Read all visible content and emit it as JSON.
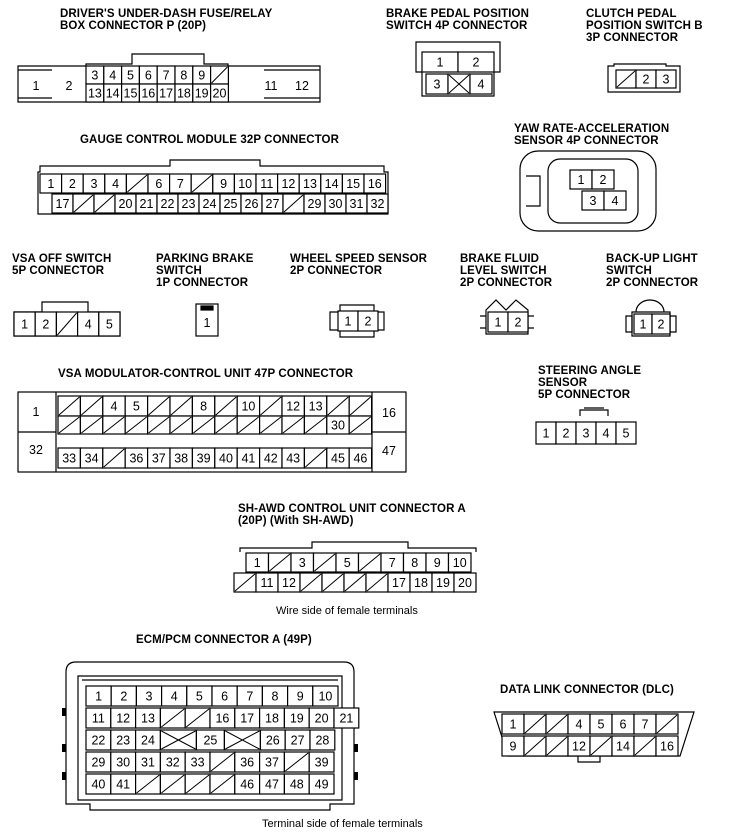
{
  "connectors": {
    "fuse_box": {
      "title": "DRIVER'S UNDER-DASH FUSE/RELAY\nBOX CONNECTOR P (20P)",
      "left_pins": [
        "1",
        "2"
      ],
      "top_row": [
        "3",
        "4",
        "5",
        "6",
        "7",
        "8",
        "9",
        ""
      ],
      "bottom_row": [
        "13",
        "14",
        "15",
        "16",
        "17",
        "18",
        "19",
        "20"
      ],
      "right_pins": [
        "11",
        "12"
      ]
    },
    "brake_pedal": {
      "title": "BRAKE PEDAL POSITION\nSWITCH 4P CONNECTOR",
      "top_row": [
        "1",
        "2"
      ],
      "bottom_row": [
        "3",
        "",
        "4"
      ]
    },
    "clutch_pedal": {
      "title": "CLUTCH PEDAL\nPOSITION SWITCH B\n3P CONNECTOR",
      "row": [
        "",
        "2",
        "3"
      ]
    },
    "gauge": {
      "title": "GAUGE CONTROL MODULE 32P CONNECTOR",
      "top_row": [
        "1",
        "2",
        "3",
        "4",
        "",
        "6",
        "7",
        "",
        "9",
        "10",
        "11",
        "12",
        "13",
        "14",
        "15",
        "16"
      ],
      "bottom_row": [
        "17",
        "",
        "",
        "20",
        "21",
        "22",
        "23",
        "24",
        "25",
        "26",
        "27",
        "",
        "29",
        "30",
        "31",
        "32"
      ]
    },
    "yaw": {
      "title": "YAW RATE-ACCELERATION\nSENSOR 4P CONNECTOR",
      "top_row": [
        "1",
        "2"
      ],
      "bottom_row": [
        "3",
        "4"
      ]
    },
    "vsa_off": {
      "title": "VSA OFF SWITCH\n5P CONNECTOR",
      "row": [
        "1",
        "2",
        "",
        "4",
        "5"
      ]
    },
    "parking": {
      "title": "PARKING BRAKE\nSWITCH\n1P CONNECTOR",
      "row": [
        "1"
      ]
    },
    "wheel": {
      "title": "WHEEL SPEED SENSOR\n2P CONNECTOR",
      "row": [
        "1",
        "2"
      ]
    },
    "brake_fluid": {
      "title": "BRAKE FLUID\nLEVEL SWITCH\n2P CONNECTOR",
      "row": [
        "1",
        "2"
      ]
    },
    "backup": {
      "title": "BACK-UP LIGHT\nSWITCH\n2P CONNECTOR",
      "row": [
        "1",
        "2"
      ]
    },
    "vsa_mod": {
      "title": "VSA MODULATOR-CONTROL UNIT 47P CONNECTOR",
      "corner_pins": [
        "1",
        "16",
        "32",
        "47"
      ],
      "row1": [
        "",
        "",
        "4",
        "5",
        "",
        "",
        "8",
        "",
        "10",
        "",
        "12",
        "13",
        "",
        ""
      ],
      "row2": [
        "",
        "",
        "",
        "",
        "",
        "",
        "",
        "",
        "",
        "",
        "",
        "",
        "30",
        ""
      ],
      "row3": [
        "33",
        "34",
        "",
        "36",
        "37",
        "38",
        "39",
        "40",
        "41",
        "42",
        "43",
        "",
        "45",
        "46"
      ]
    },
    "steering": {
      "title": "STEERING ANGLE\nSENSOR\n5P CONNECTOR",
      "row": [
        "1",
        "2",
        "3",
        "4",
        "5"
      ]
    },
    "sh_awd": {
      "title": "SH-AWD CONTROL UNIT CONNECTOR A\n(20P) (With SH-AWD)",
      "top_row": [
        "1",
        "",
        "3",
        "",
        "5",
        "",
        "7",
        "8",
        "9",
        "10"
      ],
      "bottom_row": [
        "",
        "11",
        "12",
        "",
        "",
        "",
        "",
        "17",
        "18",
        "19",
        "20"
      ],
      "caption": "Wire side of female terminals"
    },
    "ecm": {
      "title": "ECM/PCM CONNECTOR A (49P)",
      "row1": [
        "1",
        "2",
        "3",
        "4",
        "5",
        "6",
        "7",
        "8",
        "9",
        "10"
      ],
      "row2": [
        "11",
        "12",
        "13",
        "",
        "",
        "16",
        "17",
        "18",
        "19",
        "20",
        "21"
      ],
      "row3": [
        "22",
        "23",
        "24",
        "",
        "25",
        "",
        "26",
        "27",
        "28"
      ],
      "row4": [
        "29",
        "30",
        "31",
        "32",
        "33",
        "",
        "36",
        "37",
        "",
        "39"
      ],
      "row5": [
        "40",
        "41",
        "",
        "",
        "",
        "",
        "46",
        "47",
        "48",
        "49"
      ],
      "caption": "Terminal side of female terminals"
    },
    "dlc": {
      "title": "DATA LINK CONNECTOR (DLC)",
      "top_row": [
        "1",
        "",
        "",
        "4",
        "5",
        "6",
        "7",
        ""
      ],
      "bottom_row": [
        "9",
        "",
        "",
        "12",
        "",
        "14",
        "",
        "16"
      ]
    }
  }
}
